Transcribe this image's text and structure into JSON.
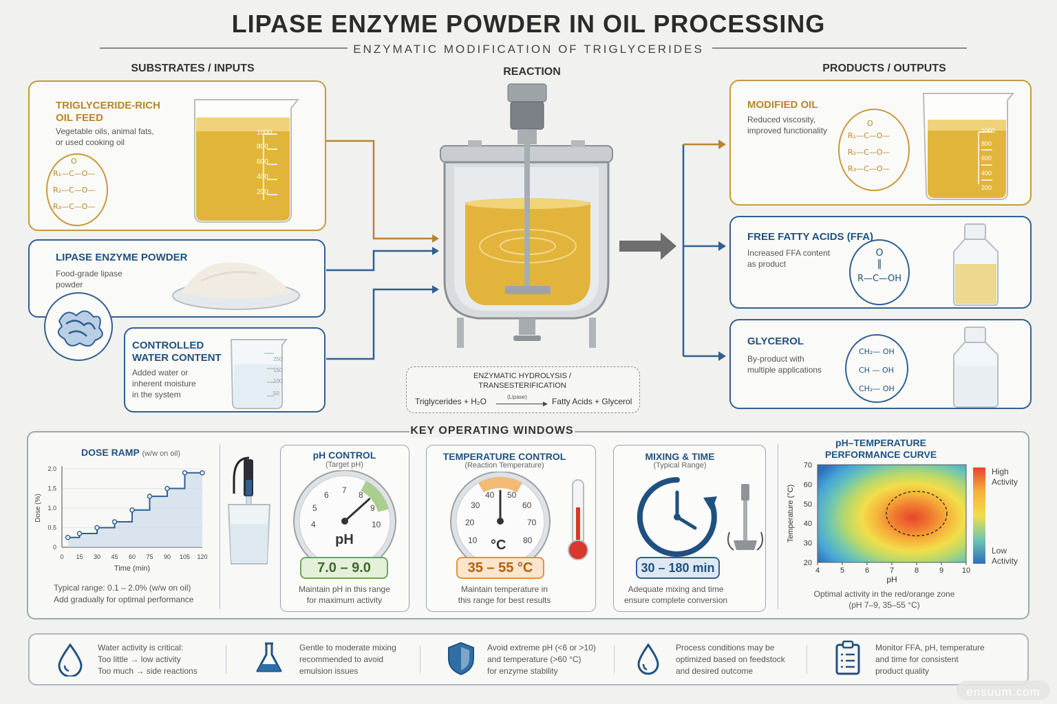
{
  "header": {
    "title": "LIPASE ENZYME POWDER IN OIL PROCESSING",
    "subtitle": "ENZYMATIC MODIFICATION OF TRIGLYCERIDES"
  },
  "columns": {
    "inputs": "SUBSTRATES / INPUTS",
    "reaction": "REACTION",
    "outputs": "PRODUCTS / OUTPUTS"
  },
  "inputs": [
    {
      "title_1": "TRIGLYCERIDE-RICH",
      "title_2": "OIL FEED",
      "desc_1": "Vegetable oils, animal fats,",
      "desc_2": "or used cooking oil"
    },
    {
      "title": "LIPASE ENZYME POWDER",
      "desc_1": "Food-grade lipase",
      "desc_2": "powder"
    },
    {
      "title_1": "CONTROLLED",
      "title_2": "WATER CONTENT",
      "desc_1": "Added water or",
      "desc_2": "inherent moisture",
      "desc_3": "in the system"
    }
  ],
  "molecules": {
    "r1": "R₁—C—O—",
    "r2": "R₂—C—O—",
    "r3": "R₃—C—O—",
    "o": "O",
    "ffa_o": "O",
    "ffa_bond": "‖",
    "ffa": "R—C—OH",
    "gly1": "CH₂— OH",
    "gly2": "CH — OH",
    "gly3": "CH₂— OH"
  },
  "beakers": {
    "oil_marks": [
      "1000",
      "800",
      "600",
      "400",
      "200"
    ],
    "water_marks": [
      "250",
      "150",
      "100",
      "50"
    ]
  },
  "reaction": {
    "label_1": "ENZYMATIC HYDROLYSIS /",
    "label_2": "TRANSESTERIFICATION",
    "lhs": "Triglycerides + H₂O",
    "catalyst": "(Lipase)",
    "rhs": "Fatty Acids + Glycerol"
  },
  "outputs": [
    {
      "title": "MODIFIED OIL",
      "desc_1": "Reduced viscosity,",
      "desc_2": "improved functionality"
    },
    {
      "title": "FREE FATTY ACIDS (FFA)",
      "desc_1": "Increased FFA content",
      "desc_2": "as product"
    },
    {
      "title": "GLYCEROL",
      "desc_1": "By-product with",
      "desc_2": "multiple applications"
    }
  ],
  "windows": {
    "title": "KEY OPERATING WINDOWS",
    "dose": {
      "title": "DOSE RAMP",
      "unit": "(w/w on oil)",
      "note_1": "Typical range: 0.1 – 2.0% (w/w on oil)",
      "note_2": "Add gradually for optimal performance"
    },
    "ph": {
      "title": "pH CONTROL",
      "sub": "(Target pH)",
      "gauge_label": "pH",
      "ticks": [
        "4",
        "5",
        "6",
        "7",
        "8",
        "9",
        "10"
      ],
      "range": "7.0 – 9.0",
      "note_1": "Maintain pH in this range",
      "note_2": "for maximum activity",
      "needle_value": 8.2
    },
    "temp": {
      "title": "TEMPERATURE CONTROL",
      "sub": "(Reaction Temperature)",
      "gauge_label": "°C",
      "ticks": [
        "10",
        "20",
        "30",
        "40",
        "50",
        "60",
        "70",
        "80"
      ],
      "range": "35 – 55 °C",
      "note_1": "Maintain temperature in",
      "note_2": "this range for best results",
      "needle_value": 45
    },
    "mixing": {
      "title": "MIXING & TIME",
      "sub": "(Typical Range)",
      "range": "30 – 180 min",
      "note_1": "Adequate mixing and time",
      "note_2": "ensure complete conversion"
    },
    "curve": {
      "title_1": "pH–TEMPERATURE",
      "title_2": "PERFORMANCE CURVE",
      "legend_high_1": "High",
      "legend_high_2": "Activity",
      "legend_low_1": "Low",
      "legend_low_2": "Activity",
      "note_1": "Optimal activity in the red/orange zone",
      "note_2": "(pH 7–9, 35–55 °C)"
    }
  },
  "chart_data": [
    {
      "type": "line",
      "title": "DOSE RAMP",
      "xlabel": "Time (min)",
      "ylabel": "Dose (%)",
      "x": [
        5,
        15,
        30,
        45,
        60,
        75,
        90,
        105,
        120
      ],
      "y": [
        0.25,
        0.35,
        0.5,
        0.65,
        0.95,
        1.3,
        1.5,
        1.9,
        1.9
      ],
      "xticks": [
        "0",
        "15",
        "30",
        "45",
        "60",
        "75",
        "90",
        "105",
        "120"
      ],
      "yticks": [
        "0",
        "0.5",
        "1.0",
        "1.5",
        "2.0"
      ],
      "xlim": [
        0,
        120
      ],
      "ylim": [
        0,
        2.0
      ],
      "grid": true
    },
    {
      "type": "heatmap",
      "title": "pH–TEMPERATURE PERFORMANCE CURVE",
      "xlabel": "pH",
      "ylabel": "Temperature (°C)",
      "xticks": [
        "4",
        "5",
        "6",
        "7",
        "8",
        "9",
        "10"
      ],
      "yticks": [
        "20",
        "30",
        "40",
        "50",
        "60",
        "70"
      ],
      "xlim": [
        4,
        10
      ],
      "ylim": [
        20,
        70
      ],
      "optimum": {
        "ph": [
          7,
          9
        ],
        "temp": [
          35,
          55
        ]
      }
    }
  ],
  "tips": [
    {
      "l1": "Water activity is critical:",
      "l2": "Too little → low activity",
      "l3": "Too much → side reactions"
    },
    {
      "l1": "Gentle to moderate mixing",
      "l2": "recommended to avoid",
      "l3": "emulsion issues"
    },
    {
      "l1": "Avoid extreme pH (<6 or >10)",
      "l2": "and temperature (>60 °C)",
      "l3": "for enzyme stability"
    },
    {
      "l1": "Process conditions may be",
      "l2": "optimized based on feedstock",
      "l3": "and desired outcome"
    },
    {
      "l1": "Monitor FFA, pH, temperature",
      "l2": "and time for consistent",
      "l3": "product quality"
    }
  ],
  "watermark": "ensuum.com",
  "colors": {
    "gold": "#c69a3a",
    "blue": "#2f5f8f",
    "oil": "#e0b53a"
  }
}
